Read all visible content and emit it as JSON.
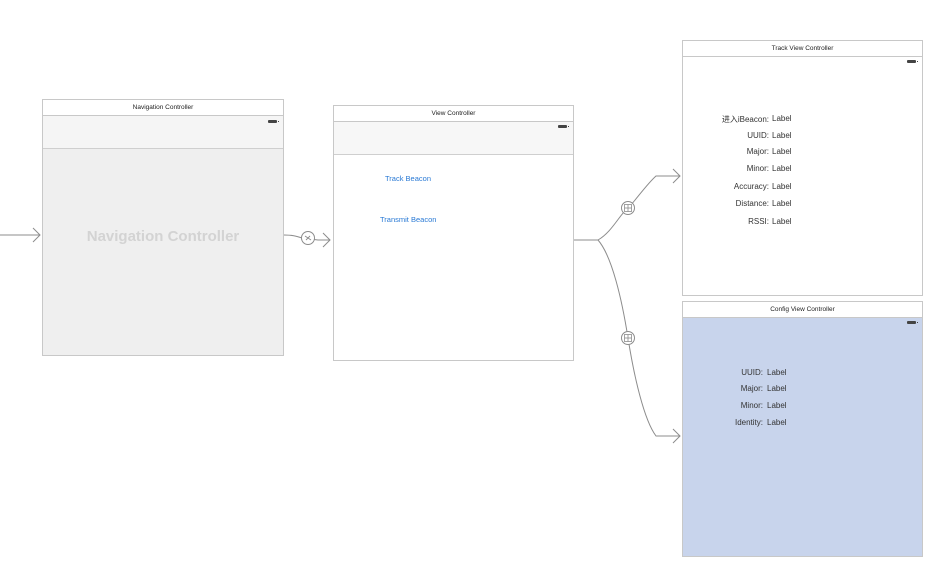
{
  "scenes": {
    "navigation_controller": {
      "title": "Navigation Controller",
      "placeholder": "Navigation Controller"
    },
    "view_controller": {
      "title": "View Controller",
      "buttons": [
        {
          "label": "Track Beacon"
        },
        {
          "label": "Transmit Beacon"
        }
      ]
    },
    "track_view_controller": {
      "title": "Track View Controller",
      "rows": [
        {
          "key": "进入iBeacon:",
          "value": "Label"
        },
        {
          "key": "UUID:",
          "value": "Label"
        },
        {
          "key": "Major:",
          "value": "Label"
        },
        {
          "key": "Minor:",
          "value": "Label"
        },
        {
          "key": "Accuracy:",
          "value": "Label"
        },
        {
          "key": "Distance:",
          "value": "Label"
        },
        {
          "key": "RSSI:",
          "value": "Label"
        }
      ]
    },
    "config_view_controller": {
      "title": "Config View Controller",
      "background": "#c8d4ec",
      "rows": [
        {
          "key": "UUID:",
          "value": "Label"
        },
        {
          "key": "Major:",
          "value": "Label"
        },
        {
          "key": "Minor:",
          "value": "Label"
        },
        {
          "key": "Identity:",
          "value": "Label"
        }
      ]
    }
  },
  "segues": {
    "entry_point": "entry-arrow",
    "relationship": "root-view-controller-relationship-icon",
    "push": "push-segue-icon"
  }
}
